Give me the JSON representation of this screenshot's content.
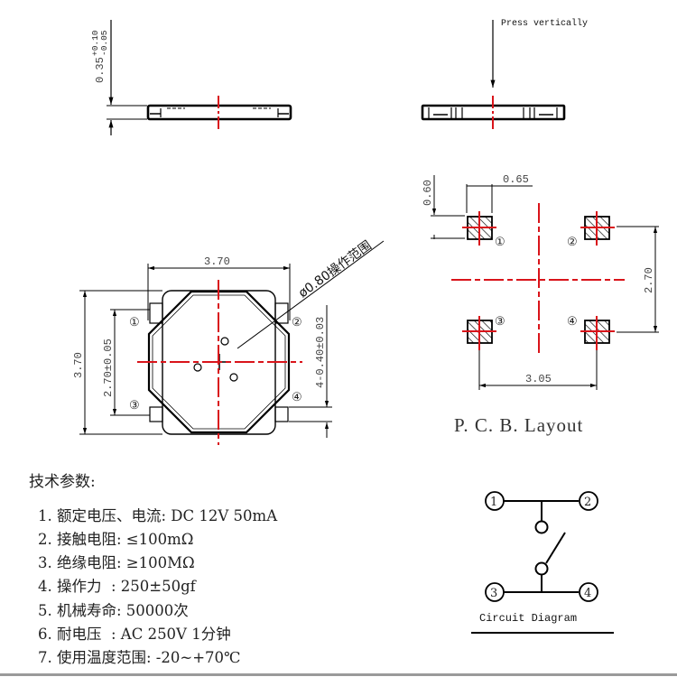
{
  "side_view": {
    "height_dim": "0.35",
    "tol_plus": "+0.10",
    "tol_minus": "-0.05"
  },
  "front_view": {
    "press_label": "Press vertically"
  },
  "top_view": {
    "width_dim": "3.70",
    "height_dim": "3.70",
    "pin_span_dim": "2.70±0.05",
    "pad_dim": "4-0.40±0.03",
    "operating_area": "ø0.80操作范围",
    "pins": [
      "①",
      "②",
      "③",
      "④"
    ]
  },
  "pcb_layout": {
    "title": "P. C. B. Layout",
    "pad_height": "0.60",
    "pad_width": "0.65",
    "vertical_pitch": "2.70",
    "horizontal_pitch": "3.05",
    "pins": [
      "①",
      "②",
      "③",
      "④"
    ]
  },
  "specs": {
    "title": "技术参数:",
    "items": [
      "1. 额定电压、电流: DC 12V 50mA",
      "2. 接触电阻: ≤100mΩ",
      "3. 绝缘电阻: ≥100MΩ",
      "4. 操作力  : 250±50gf",
      "5. 机械寿命: 50000次",
      "6. 耐电压  : AC 250V 1分钟",
      "7. 使用温度范围: -20~+70℃"
    ]
  },
  "circuit": {
    "label": "Circuit Diagram",
    "pins": [
      "1",
      "2",
      "3",
      "4"
    ]
  },
  "colors": {
    "line": "#000000",
    "centerline": "#d9141a",
    "text": "#333333"
  }
}
